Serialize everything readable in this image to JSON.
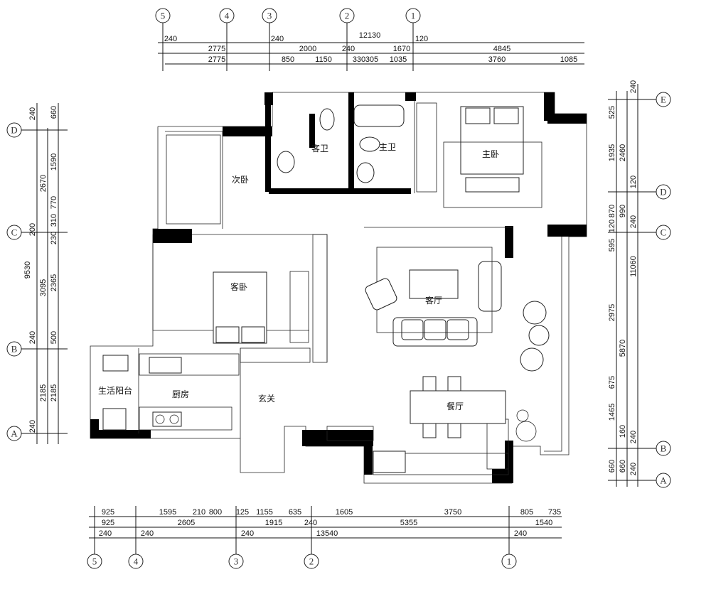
{
  "title": "Apartment floor plan",
  "axes": {
    "top": [
      "5",
      "4",
      "3",
      "2",
      "1"
    ],
    "bottom": [
      "5",
      "4",
      "3",
      "2",
      "1"
    ],
    "left": [
      "D",
      "C",
      "B",
      "A"
    ],
    "right": [
      "E",
      "D",
      "C",
      "B",
      "A"
    ]
  },
  "dimensions": {
    "top": [
      "240",
      "12130",
      "240",
      "120",
      "2775",
      "2000",
      "240",
      "1670",
      "4845",
      "2775",
      "850",
      "1150",
      "330",
      "305",
      "1035",
      "3760",
      "1085"
    ],
    "bottom": [
      "925",
      "1595",
      "210",
      "800",
      "125",
      "1155",
      "635",
      "1605",
      "3750",
      "805",
      "735",
      "925",
      "2605",
      "1915",
      "240",
      "5355",
      "1540",
      "240",
      "240",
      "240",
      "13540",
      "240"
    ],
    "left": [
      "240",
      "200",
      "9530",
      "240",
      "240",
      "2670",
      "3095",
      "2185",
      "660",
      "1590",
      "770",
      "310",
      "230",
      "2365",
      "500",
      "2185"
    ],
    "right": [
      "525",
      "1935",
      "870",
      "120",
      "595",
      "2975",
      "675",
      "1465",
      "660",
      "2460",
      "990",
      "5870",
      "160",
      "660",
      "240",
      "120",
      "240",
      "11060",
      "240",
      "240"
    ]
  },
  "rooms": {
    "second_bedroom": "次卧",
    "guest_bath": "客卫",
    "master_bath": "主卫",
    "master_bedroom": "主卧",
    "guest_bedroom": "客卧",
    "living_room": "客厅",
    "utility_balcony": "生活阳台",
    "kitchen": "厨房",
    "entrance": "玄关",
    "dining_room": "餐厅"
  }
}
